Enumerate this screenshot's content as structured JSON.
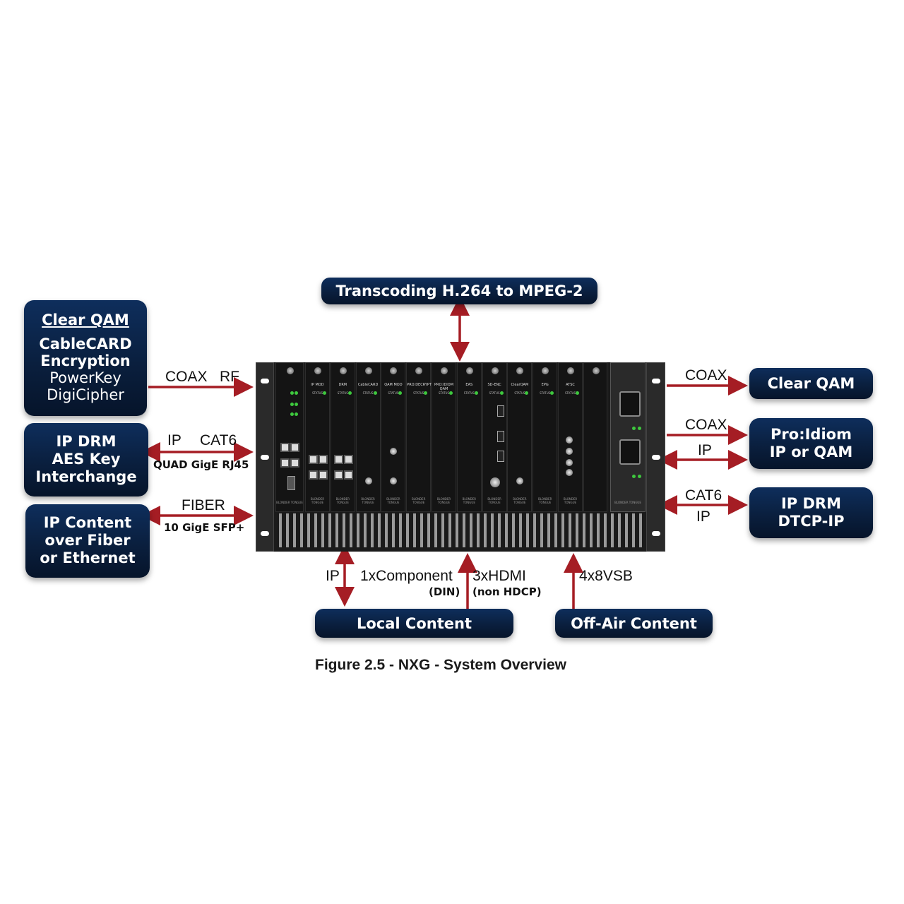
{
  "top_box": "Transcoding H.264 to MPEG-2",
  "left_boxes": {
    "clear_qam": {
      "title": "Clear QAM",
      "line1": "CableCARD",
      "line2": "Encryption",
      "line3": "PowerKey",
      "line4": "DigiCipher"
    },
    "ip_drm": {
      "line1": "IP DRM",
      "line2": "AES Key",
      "line3": "Interchange"
    },
    "ip_content": {
      "line1": "IP Content",
      "line2": "over Fiber",
      "line3": "or Ethernet"
    }
  },
  "right_boxes": {
    "clear_qam": "Clear QAM",
    "pro_idiom": {
      "line1": "Pro:Idiom",
      "line2": "IP or QAM"
    },
    "ip_drm": {
      "line1": "IP DRM",
      "line2": "DTCP-IP"
    }
  },
  "bottom_boxes": {
    "local": "Local Content",
    "offair": "Off-Air Content"
  },
  "labels": {
    "coax_rf_left": "COAX",
    "rf": "RF",
    "ip_left": "IP",
    "cat6_left": "CAT6",
    "quad": "QUAD GigE RJ45",
    "fiber": "FIBER",
    "ten_gige": "10 GigE SFP+",
    "coax_r1": "COAX",
    "coax_r2": "COAX",
    "ip_r2": "IP",
    "cat6_r3": "CAT6",
    "ip_r3": "IP",
    "ip_bottom": "IP",
    "component": "1xComponent",
    "din": "(DIN)",
    "hdmi": "3xHDMI",
    "non_hdcp": "(non HDCP)",
    "vsb": "4x8VSB"
  },
  "cards": [
    "IP MOD",
    "DRM",
    "CableCARD",
    "QAM MOD",
    "PRO:DECRYPT",
    "PRO:IDIOM QAM",
    "EAS",
    "SD-ENC",
    "ClearQAM",
    "EPG",
    "ATSC"
  ],
  "card_status": "STATUS",
  "mfr": "BLONDER TONGUE",
  "caption": "Figure 2.5 - NXG - System Overview",
  "colors": {
    "arrow": "#a51d24",
    "box": "#0b2347"
  }
}
